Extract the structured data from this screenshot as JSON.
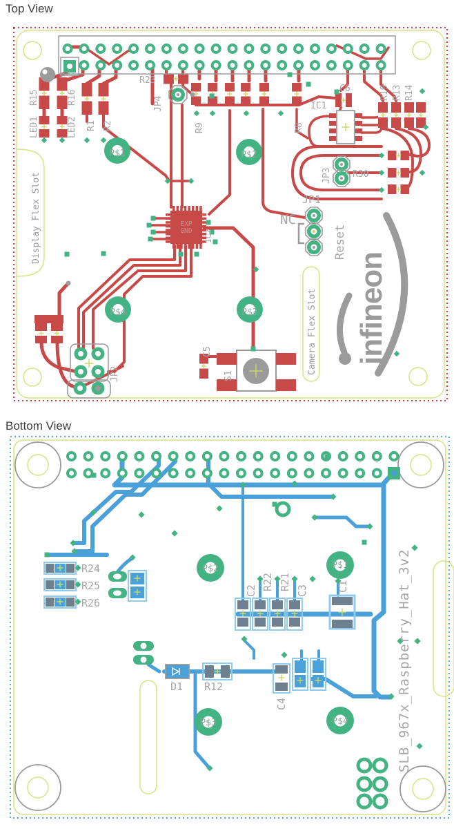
{
  "colors": {
    "copper_top": "#c84a48",
    "copper_bottom": "#4aa0d8",
    "pad_green": "#44b384",
    "silkscreen_grey": "#9b9b9b",
    "label_grey": "#a6a6a6",
    "board_outline_yellow": "#d8e382",
    "border_red": "#d03a3a",
    "border_blue": "#55a8dc",
    "pad_slate": "#6e8090",
    "pad_lightblue": "#8fcbec",
    "accent_yellow": "#cdd963"
  },
  "top": {
    "title": "Top View",
    "logo": "infineon",
    "slots": {
      "display": "Display Flex Slot",
      "camera": "Camera Flex Slot"
    },
    "jp1": {
      "label": "JP1",
      "nc": "NC",
      "reset": "Reset"
    },
    "pads": {
      "p1": "P$1",
      "p2": "P$2",
      "p3": "P$3",
      "p4": "P$4"
    },
    "refs": {
      "led1": "LED1",
      "r15": "R15",
      "led2": "LED2",
      "r16": "R16",
      "r1": "R1",
      "r2": "R2",
      "r23": "R23",
      "jp4": "JP4",
      "r9": "R9",
      "r8": "R8",
      "ic1": "IC1",
      "c6": "C6",
      "r19": "R19",
      "r13": "R13",
      "r14": "R14",
      "jp3": "JP3",
      "r30": "R30",
      "jp2": "JP2",
      "c5": "C5",
      "s1": "S1",
      "ic2": "IC2",
      "ic2_line1": "EXP",
      "ic2_line2": "GND",
      "pin1": "1"
    }
  },
  "bottom": {
    "title": "Bottom View",
    "board_name": "SLB_967x_Raspberry_Hat_3v2",
    "pads": {
      "p1": "P$1",
      "p2": "P$2",
      "p3": "P$3",
      "p4": "P$4"
    },
    "refs": {
      "r24": "R24",
      "r25": "R25",
      "r26": "R26",
      "c2": "C2",
      "r22": "R22",
      "r21": "R21",
      "c3": "C3",
      "c1": "C1",
      "d1": "D1",
      "r12": "R12",
      "c4": "C4"
    }
  }
}
